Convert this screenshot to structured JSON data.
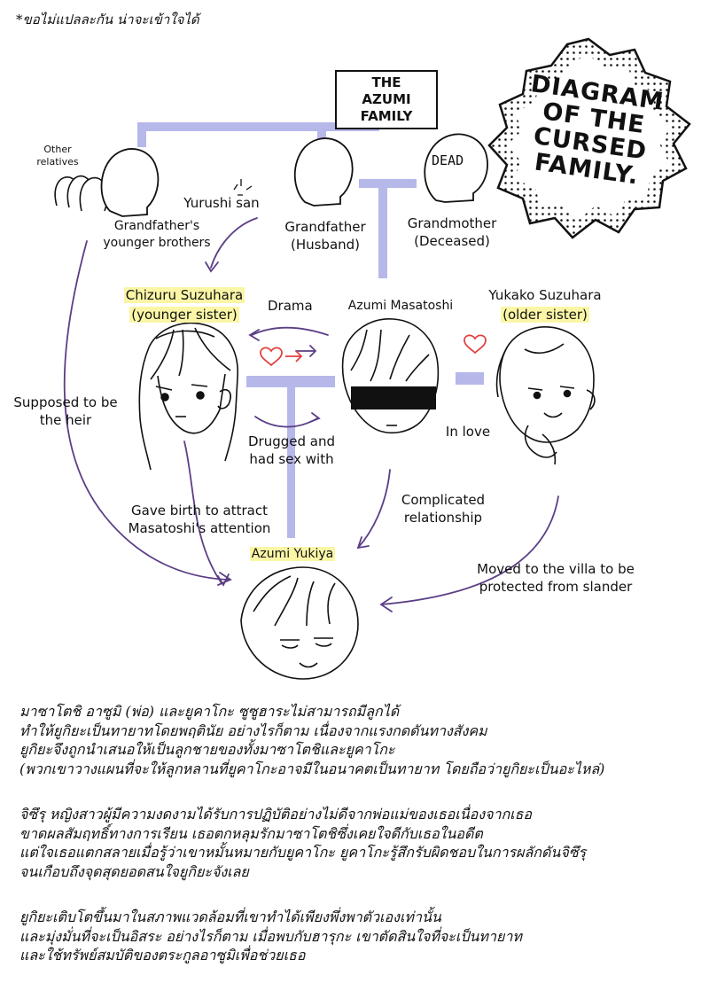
{
  "note": "*ขอไม่แปลละกัน น่าจะเข้าใจได้",
  "title": [
    "DIAGRAM",
    "OF THE",
    "CURSED",
    "FAMILY."
  ],
  "family_box": [
    "THE AZUMI",
    "FAMILY"
  ],
  "people": {
    "other_relatives": [
      "Other",
      "relatives"
    ],
    "grandfathers_brothers": [
      "Grandfather's",
      "younger brothers"
    ],
    "grandfather": [
      "Grandfather",
      "(Husband)"
    ],
    "grandmother": [
      "Grandmother",
      "(Deceased)"
    ],
    "dead_mark": "DEAD",
    "chizuru_name": "Chizuru Suzuhara",
    "chizuru_role": "(younger sister)",
    "masatoshi": "Azumi Masatoshi",
    "yukako_name": "Yukako Suzuhara",
    "yukako_role": "(older sister)",
    "yukiya": "Azumi Yukiya"
  },
  "relations": {
    "yurushi": "Yurushi san",
    "drama": "Drama",
    "drugged": [
      "Drugged and",
      "had sex with"
    ],
    "in_love": "In love",
    "heir": [
      "Supposed to be",
      "the heir"
    ],
    "gave_birth": [
      "Gave birth to attract",
      "Masatoshi's attention"
    ],
    "complicated": [
      "Complicated",
      "relationship"
    ],
    "moved": [
      "Moved to the villa to be",
      "protected from slander"
    ]
  },
  "thai_paragraphs": [
    [
      "มาซาโตชิ อาซูมิ (พ่อ) และยูคาโกะ ซูซูฮาระไม่สามารถมีลูกได้",
      "ทำให้ยูกิยะเป็นทายาทโดยพฤตินัย อย่างไรก็ตาม เนื่องจากแรงกดดันทางสังคม",
      "ยูกิยะจึงถูกนำเสนอให้เป็นลูกชายของทั้งมาซาโตชิและยูคาโกะ",
      "(พวกเขาวางแผนที่จะให้ลูกหลานที่ยูคาโกะอาจมีในอนาคตเป็นทายาท โดยถือว่ายูกิยะเป็นอะไหล่)"
    ],
    [
      "จิซึรุ หญิงสาวผู้มีความงดงามได้รับการปฏิบัติอย่างไม่ดีจากพ่อแม่ของเธอเนื่องจากเธอ",
      "ขาดผลสัมฤทธิ์ทางการเรียน เธอตกหลุมรักมาซาโตชิซึ่งเคยใจดีกับเธอในอดีต",
      "แต่ใจเธอแตกสลายเมื่อรู้ว่าเขาหมั้นหมายกับยูคาโกะ ยูคาโกะรู้สึกรับผิดชอบในการผลักดันจิซึรุ",
      "จนเกือบถึงจุดสุดยอดสนใจยูกิยะจังเลย"
    ],
    [
      "ยูกิยะเติบโตขึ้นมาในสภาพแวดล้อมที่เขาทำได้เพียงพึ่งพาตัวเองเท่านั้น",
      "และมุ่งมั่นที่จะเป็นอิสระ อย่างไรก็ตาม เมื่อพบกับฮารุกะ เขาตัดสินใจที่จะเป็นทายาท",
      "และใช้ทรัพย์สมบัติของตระกูลอาซูมิเพื่อช่วยเธอ"
    ]
  ],
  "colors": {
    "connector": "#b6b8ea",
    "arrow": "#5b3f86",
    "heart": "#e0413f",
    "highlight": "#fbf6a6"
  }
}
